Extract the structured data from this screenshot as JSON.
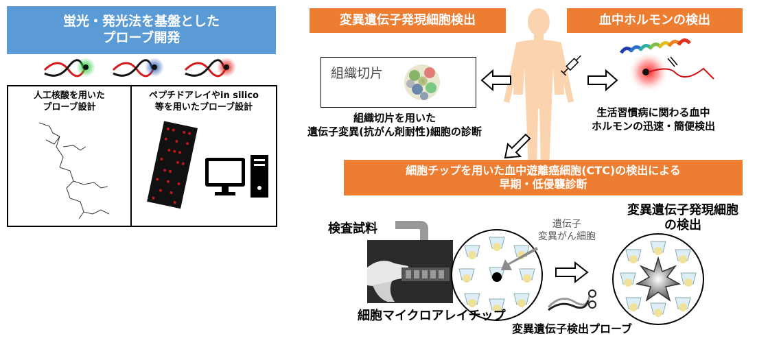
{
  "left": {
    "title_line1": "蛍光・発光法を基盤とした",
    "title_line2": "プローブ開発",
    "panel1_line1": "人工核酸を用いた",
    "panel1_line2": "プローブ設計",
    "panel2_line1": "ペプチドアレイやin silico",
    "panel2_line2": "等を用いたプローブ設計"
  },
  "tissue": {
    "banner": "変異遺伝子発現細胞検出",
    "box_label": "組織切片",
    "caption_line1": "組織切片を用いた",
    "caption_line2": "遺伝子変異(抗がん剤耐性)細胞の診断"
  },
  "hormone": {
    "banner": "血中ホルモンの検出",
    "caption_line1": "生活習慣病に関わる血中",
    "caption_line2": "ホルモンの迅速・簡便検出"
  },
  "ctc": {
    "banner_line1": "細胞チップを用いた血中遊離癌細胞(CTC)の検出による",
    "banner_line2": "早期・低侵襲診断",
    "sample_label": "検査試料",
    "mutant_line1": "遺伝子",
    "mutant_line2": "変異がん細胞",
    "detect_line1": "変異遺伝子発現細胞",
    "detect_line2": "の検出",
    "chip_label": "細胞マイクロアレイチップ",
    "probe_label": "変異遺伝子検出プローブ"
  },
  "colors": {
    "blue_banner": "#5b9bd5",
    "orange_banner": "#ed7d31",
    "body_figure": "#fbd3ae",
    "probe_green": "#2ecc40",
    "probe_blue": "#1f4e9a",
    "probe_red": "#e0201c"
  }
}
